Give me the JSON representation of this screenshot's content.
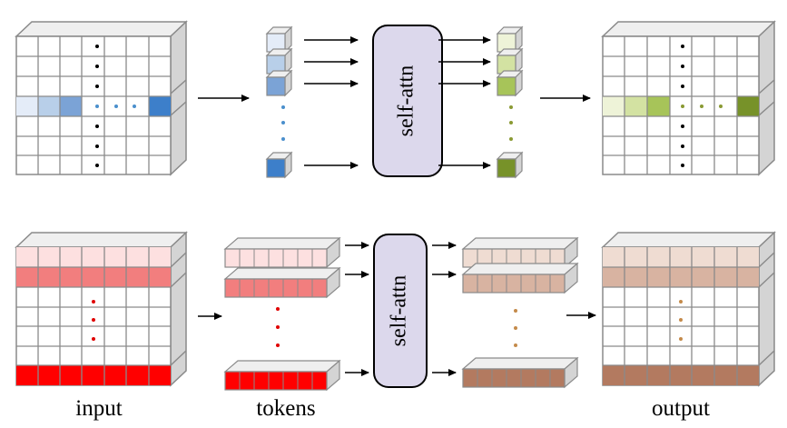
{
  "labels": {
    "input": "input",
    "tokens": "tokens",
    "output": "output",
    "attn_top": "self-attn",
    "attn_bottom": "self-attn"
  },
  "colors": {
    "grid_line": "#8a8a8a",
    "side_face": "#d4d4d4",
    "top_face": "#efefef",
    "attn_fill": "#dcd8ec",
    "blue_tokens": [
      "#e4ecf8",
      "#b8cfe9",
      "#7ba3d6",
      "#3d7fca"
    ],
    "green_tokens": [
      "#eef3d8",
      "#d3e2a2",
      "#a7c459",
      "#779229"
    ],
    "red_input_rows": [
      "#fde0e0",
      "#f27e7e",
      "#ff0000"
    ],
    "brown_output_rows": [
      "#efdcd2",
      "#d8b3a1",
      "#b37a60"
    ],
    "blue_dots": "#4a8fcc",
    "green_dots": "#8a9a33",
    "red_dots": "#e00000",
    "brown_dots": "#c48a4a"
  }
}
